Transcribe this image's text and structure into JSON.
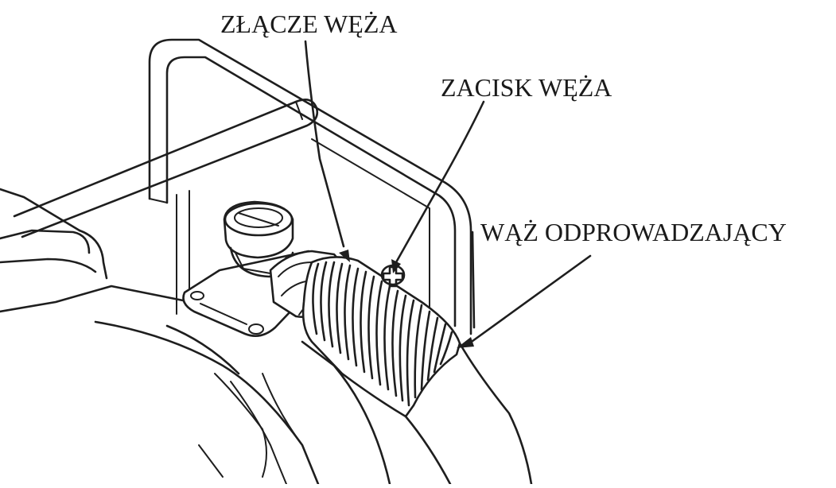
{
  "labels": {
    "hose_connector": "ZŁĄCZE WĘŻA",
    "hose_clamp": "ZACISK WĘŻA",
    "drain_hose": "WĄŻ ODPROWADZAJĄCY"
  },
  "colors": {
    "ink": "#1e1e1e",
    "background": "#ffffff"
  }
}
